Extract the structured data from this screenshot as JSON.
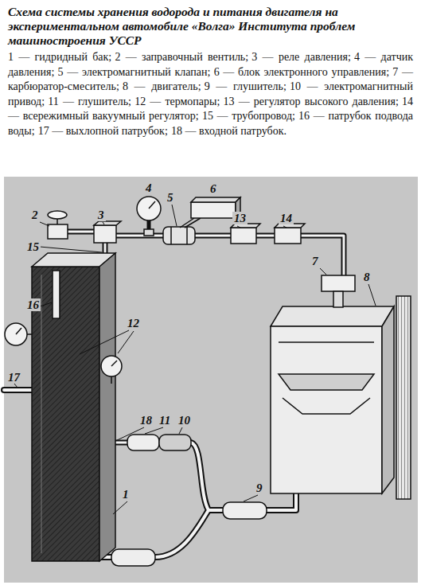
{
  "diagram": {
    "title": "Схема системы хранения водорода и питания двигателя на экспериментальном автомобиле «Волга» Института проблем машиностроения УССР",
    "labels": [
      "1 — гидридный бак;",
      "2 — заправочный вентиль;",
      "3 — реле давления;",
      "4 — датчик давления;",
      "5 — электромагнитный клапан;",
      "6 — блок электронного управления;",
      "7 — карбюратор-смеситель;",
      "8 — двигатель;",
      "9 — глушитель;",
      "10 — электромагнитный привод;",
      "11 — глушитель;",
      "12 — термопары;",
      "13 — регулятор высокого давления;",
      "14 — всережимный вакуумный регулятор;",
      "15 — трубопровод;",
      "16 — патрубок подвода воды;",
      "17 — выхлопной патрубок;",
      "18 — входной патрубок.",
      "1",
      "2",
      "3",
      "4",
      "5",
      "6",
      "7",
      "8",
      "9",
      "10",
      "11",
      "12",
      "13",
      "14",
      "15",
      "16",
      "17",
      "18"
    ]
  }
}
